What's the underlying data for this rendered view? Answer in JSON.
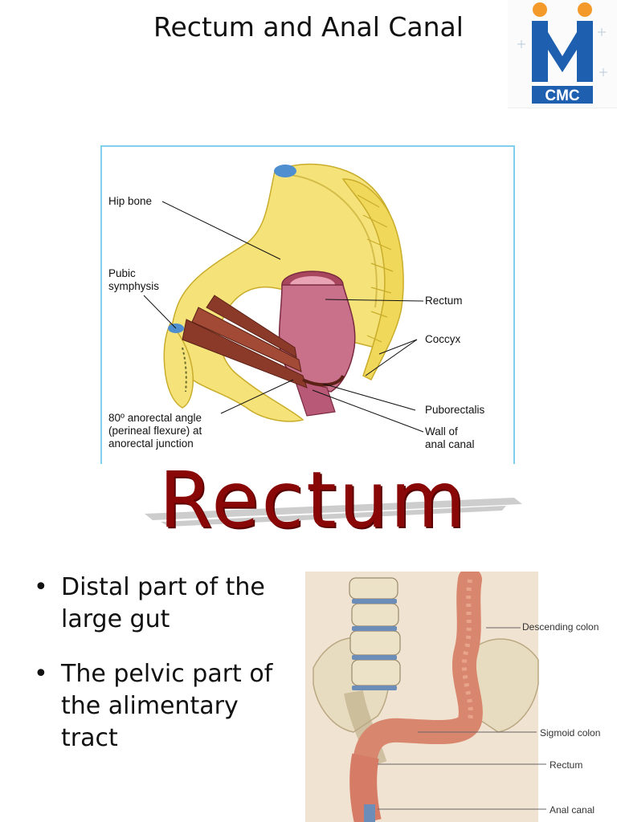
{
  "slide": {
    "title": "Rectum and Anal Canal",
    "banner": "Rectum"
  },
  "logo": {
    "text": "CMC",
    "colors": {
      "blue": "#1f5fb0",
      "orange": "#f39a2b"
    }
  },
  "figure_pelvis": {
    "labels": {
      "hip_bone": "Hip bone",
      "pubic_symphysis": "Pubic\nsymphysis",
      "rectum": "Rectum",
      "coccyx": "Coccyx",
      "puborectalis": "Puborectalis",
      "anorectal_angle": "80º anorectal angle\n(perineal flexure) at\nanorectal junction",
      "wall_anal_canal": "Wall of\nanal canal"
    }
  },
  "bullets": [
    "Distal part of the large gut",
    "The pelvic part of the alimentary tract"
  ],
  "figure_colon": {
    "labels": {
      "descending_colon": "Descending colon",
      "sigmoid_colon": "Sigmoid colon",
      "rectum": "Rectum",
      "anal_canal": "Anal canal"
    }
  },
  "colors": {
    "banner": "#8a0707",
    "figure_border": "#7fd0ec",
    "bone": "#f5e37a",
    "rectum_pink": "#c9708a",
    "muscle": "#8b3a2a",
    "colon": "#d9866e"
  }
}
